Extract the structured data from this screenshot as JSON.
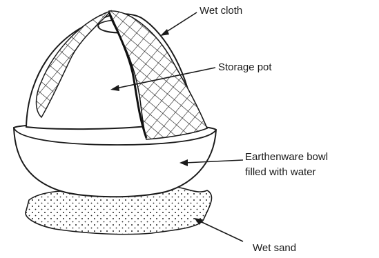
{
  "labels": {
    "wet_cloth": "Wet cloth",
    "storage_pot": "Storage pot",
    "bowl_line1": "Earthenware bowl",
    "bowl_line2": "filled with water",
    "wet_sand": "Wet sand"
  }
}
